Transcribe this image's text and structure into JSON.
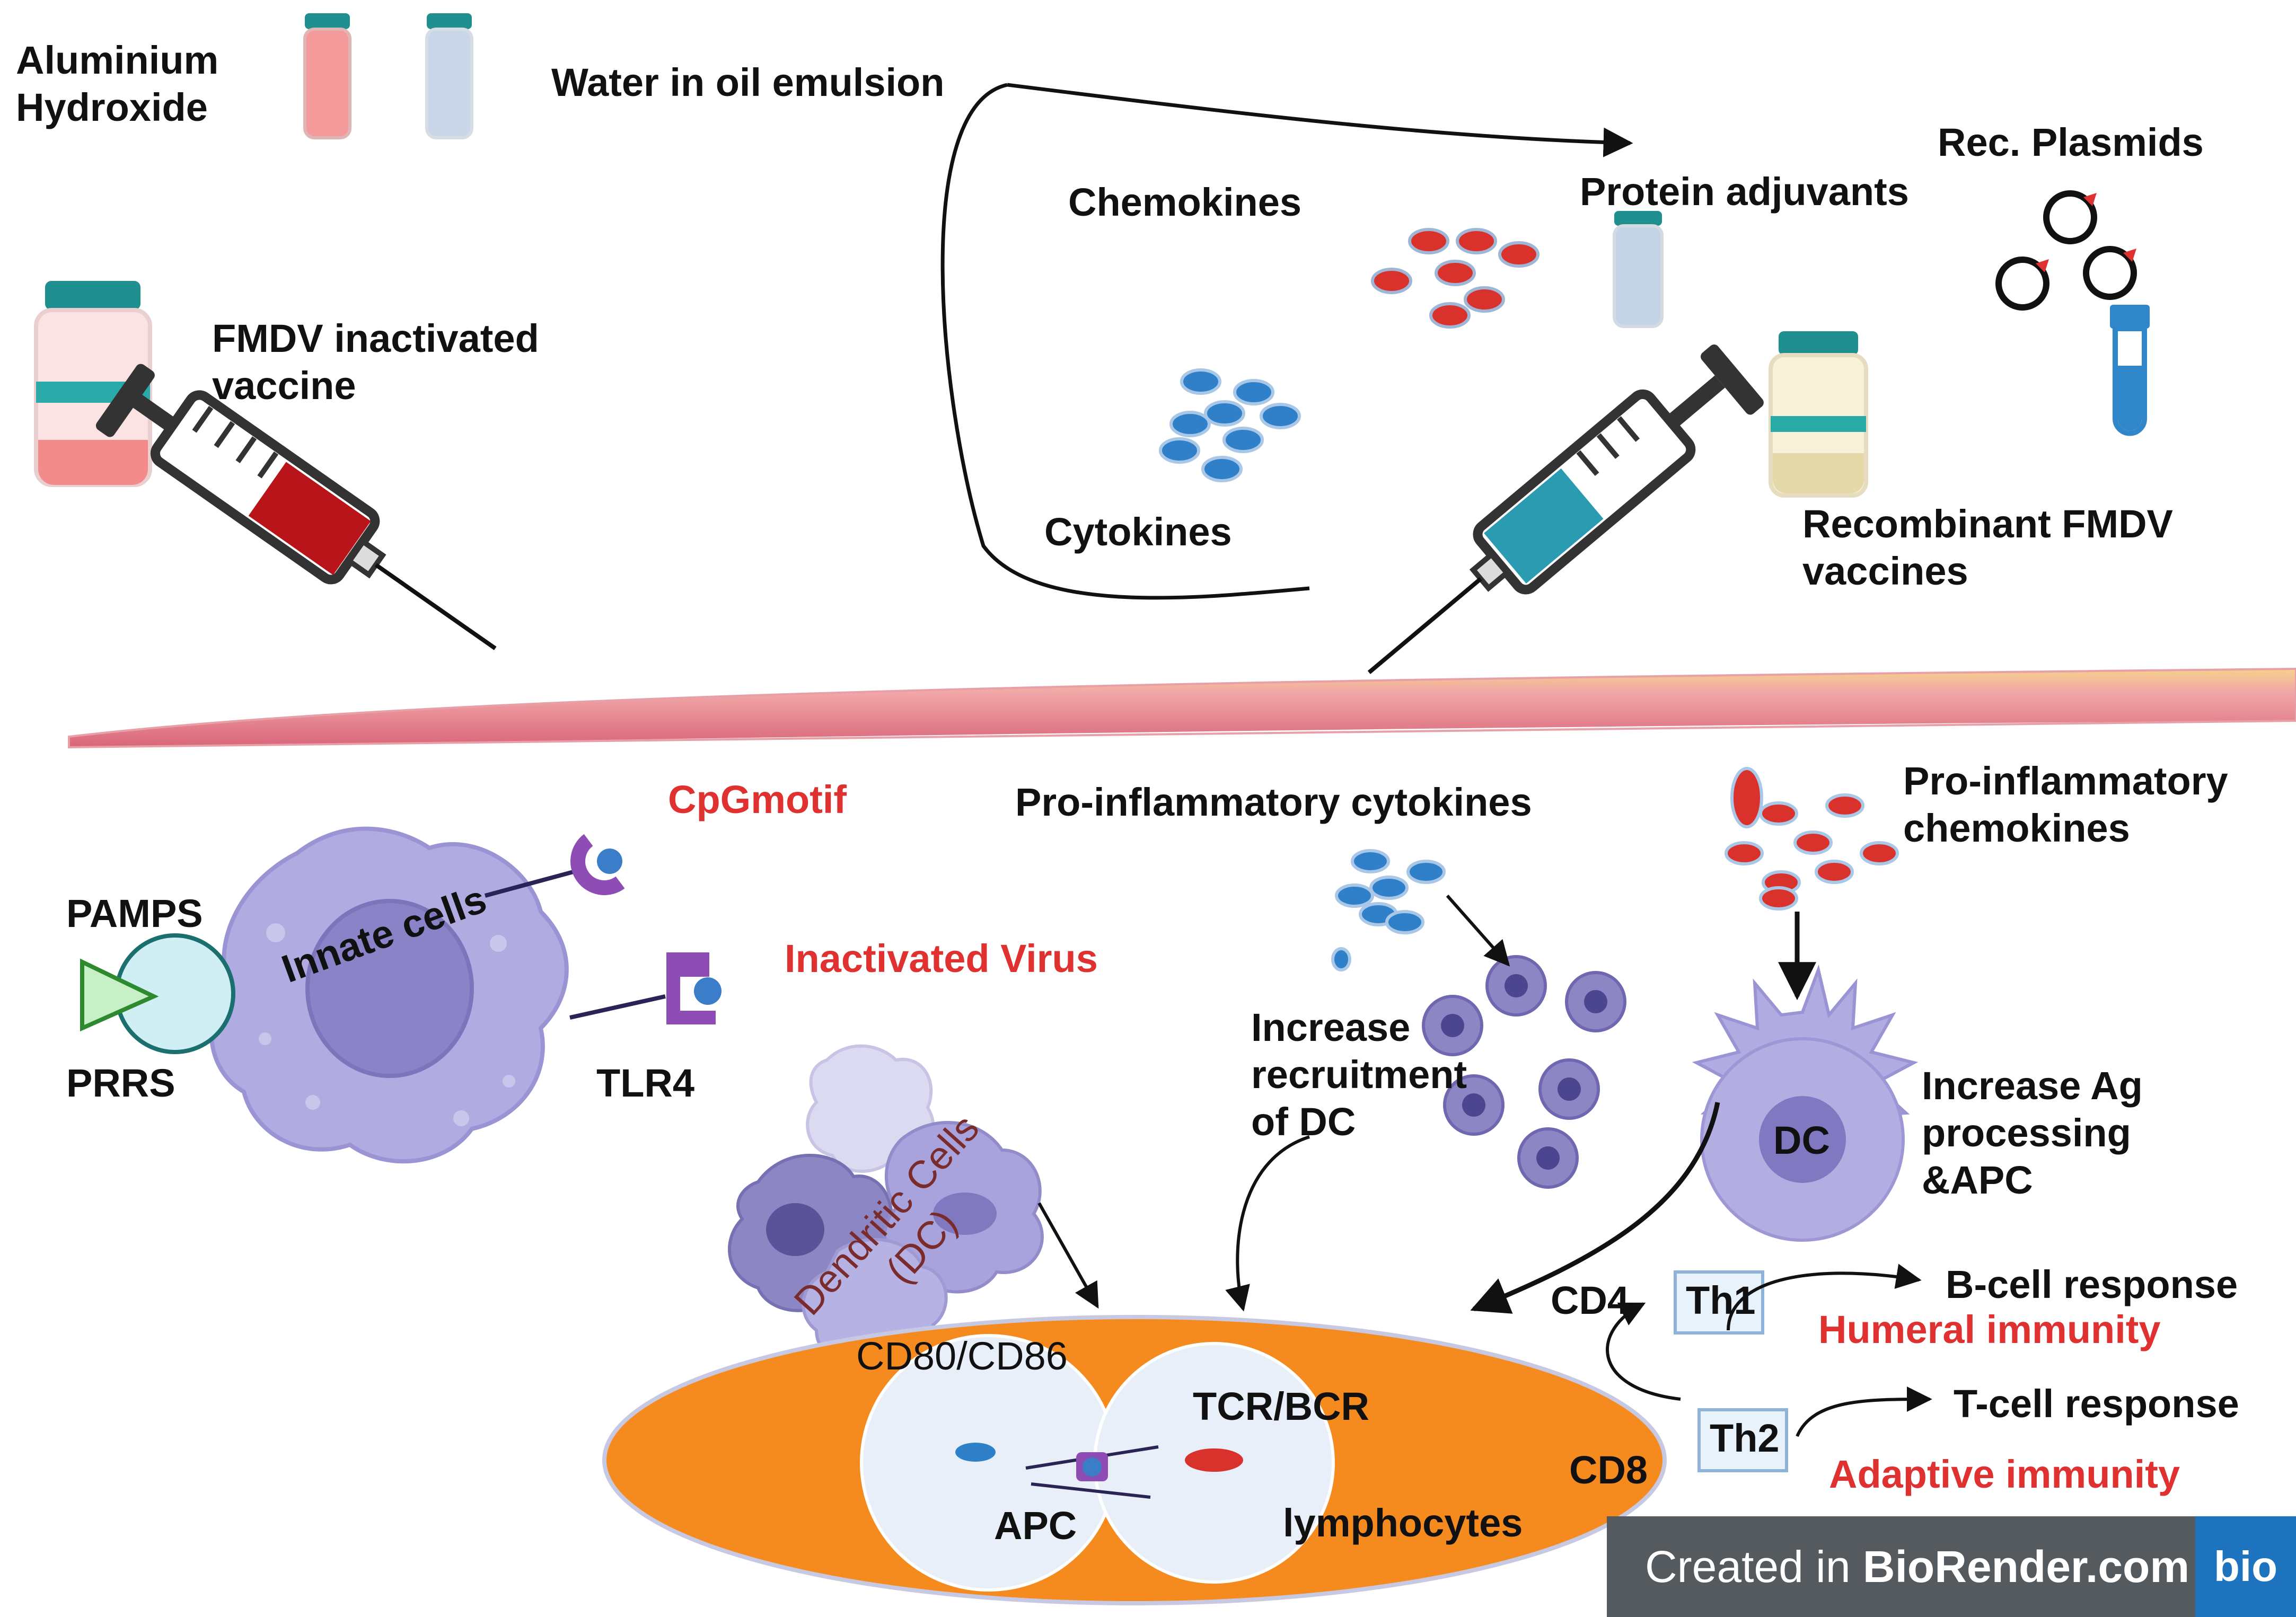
{
  "labels": {
    "aluminium_hydroxide": "Aluminium\nHydroxide",
    "water_in_oil": "Water  in oil emulsion",
    "chemokines": "Chemokines",
    "cytokines": "Cytokines",
    "protein_adjuvants": "Protein adjuvants",
    "rec_plasmids": "Rec. Plasmids",
    "fmdv_inactivated": "FMDV inactivated\nvaccine",
    "recombinant_fmdv": "Recombinant FMDV\nvaccines",
    "cpg_motif": "CpGmotif",
    "pamps": "PAMPS",
    "prrs": "PRRS",
    "innate_cells": "Innate cells",
    "tlr4": "TLR4",
    "inactivated_virus": "Inactivated Virus",
    "pro_inflammatory_cytokines": "Pro-inflammatory cytokines",
    "pro_inflammatory_chemokines": "Pro-inflammatory\nchemokines",
    "increase_recruitment": "Increase\nrecruitment\nof DC",
    "dendritic_cells": "Dendritic Cells\n(DC)",
    "dc": "DC",
    "increase_ag": "Increase Ag\nprocessing\n&APC",
    "cd80_cd86": "CD80/CD86",
    "tcr_bcr": "TCR/BCR",
    "apc": "APC",
    "lymphocytes": "lymphocytes",
    "cd4": "CD4",
    "th1": "Th1",
    "th2": "Th2",
    "cd8": "CD8",
    "b_cell_response": "B-cell response",
    "humeral_immunity": "Humeral immunity",
    "t_cell_response": "T-cell response",
    "adaptive_immunity": "Adaptive  immunity"
  },
  "badge": {
    "prefix": "Created in ",
    "brand": "BioRender.com",
    "logo": "bio"
  },
  "colors": {
    "accent_red": "#e03131",
    "cell_purple": "#a8a4de",
    "lymph_orange": "#f58a1f",
    "chemokine_red": "#d9322d",
    "cytokine_blue": "#2f7fc9"
  }
}
